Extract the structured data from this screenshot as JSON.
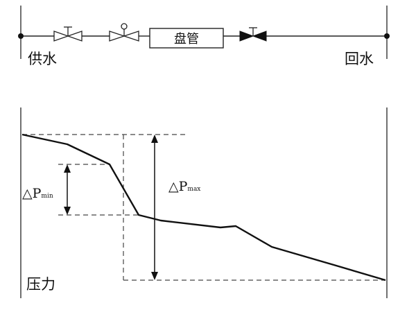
{
  "piping": {
    "supply_label": "供水",
    "return_label": "回水",
    "coil_label": "盘管",
    "symbols": [
      "gate-valve",
      "control-valve",
      "coil",
      "check-valve"
    ]
  },
  "pressure_chart": {
    "y_label": "压力",
    "dp_min": {
      "main": "△P",
      "sub": "min"
    },
    "dp_max": {
      "main": "△P",
      "sub": "max"
    }
  }
}
